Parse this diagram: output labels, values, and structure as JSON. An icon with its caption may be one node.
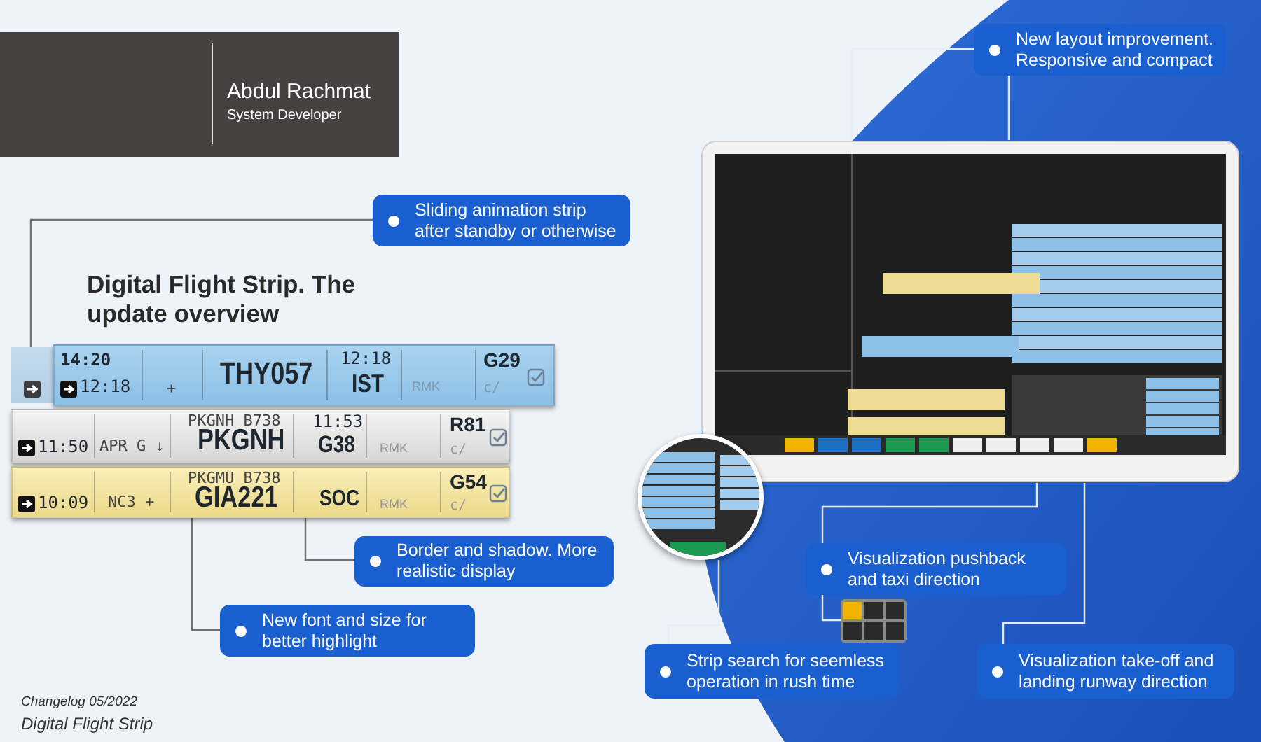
{
  "diagram": {
    "title": "Digital Flight Strip. The update overview",
    "nodes": [
      {
        "text": [
          "Abdul Rachmat",
          "System Developer"
        ]
      },
      {
        "text": [
          "New layout improvement. Responsive and compact"
        ]
      },
      {
        "text": [
          "Sliding animation strip after standby or otherwise"
        ]
      },
      {
        "text": [],
        "shape": "bar"
      },
      {
        "text": [
          "14:20",
          "12:18",
          "+",
          "THY057",
          "12:18",
          "IST",
          "RMK",
          "G29",
          "c/"
        ]
      },
      {
        "text": [
          "11:50",
          "APR G ↓",
          "PKGNH B738",
          "PKGNH",
          "11:53",
          "G38",
          "RMK",
          "R81",
          "c/"
        ]
      },
      {
        "text": [
          "10:09",
          "NC3 +",
          "PKGMU B738",
          "GIA221",
          "SOC",
          "RMK",
          "G54",
          "c/"
        ]
      },
      {
        "text": [],
        "shape": "picture"
      },
      {
        "text": [],
        "shape": "picture"
      },
      {
        "text": [
          "Border and shadow. More realistic display"
        ]
      },
      {
        "text": [
          "Visualization pushback and taxi direction"
        ]
      },
      {
        "text": [],
        "shape": "picture"
      },
      {
        "text": [
          "New font and size for better highlight"
        ]
      },
      {
        "text": [
          "Strip search for seemless operation in rush time"
        ]
      },
      {
        "text": [
          "Visualization take-off and landing runway direction"
        ]
      }
    ],
    "edges": [
      {
        "from": 2,
        "to": 3,
        "arrow": "none",
        "color": "#707070"
      },
      {
        "from": 1,
        "to": 7,
        "arrow": "none"
      },
      {
        "from": 1,
        "to": 7,
        "arrow": "none"
      },
      {
        "from": 9,
        "to": 6,
        "arrow": "none",
        "color": "#707070"
      },
      {
        "from": 12,
        "to": 6,
        "arrow": "none",
        "color": "#707070"
      },
      {
        "from": 10,
        "to": 7,
        "arrow": "none"
      },
      {
        "from": 10,
        "to": 11,
        "arrow": "none"
      },
      {
        "from": 13,
        "to": 8,
        "arrow": "none"
      },
      {
        "from": 14,
        "to": 7,
        "arrow": "none"
      }
    ],
    "labels": [
      "Changelog 05/2022",
      "Digital Flight Strip"
    ]
  }
}
